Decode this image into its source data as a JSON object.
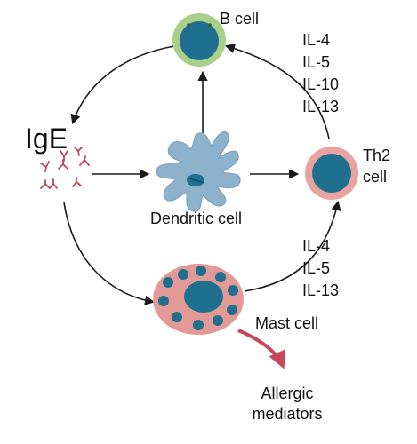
{
  "labels": {
    "b_cell": "B cell",
    "ige": "IgE",
    "dendritic_cell": "Dendritic cell",
    "th2_line1": "Th2",
    "th2_line2": "cell",
    "mast_cell": "Mast cell",
    "allergic_line1": "Allergic",
    "allergic_line2": "mediators"
  },
  "cytokines_to_b_cell": [
    "IL-4",
    "IL-5",
    "IL-10",
    "IL-13"
  ],
  "cytokines_from_mast_cell": [
    "IL-4",
    "IL-5",
    "IL-13"
  ],
  "colors": {
    "nucleus": "#1f6f8f",
    "b_cell_ring": "#a9cf8a",
    "th2_ring": "#e9a3a0",
    "mast_cell_body": "#e39a97",
    "dendritic_body": "#8fb2cc",
    "ige_antibody": "#c4445a",
    "arrow": "#1a1a1a",
    "mediator_arrow": "#c9475c"
  }
}
